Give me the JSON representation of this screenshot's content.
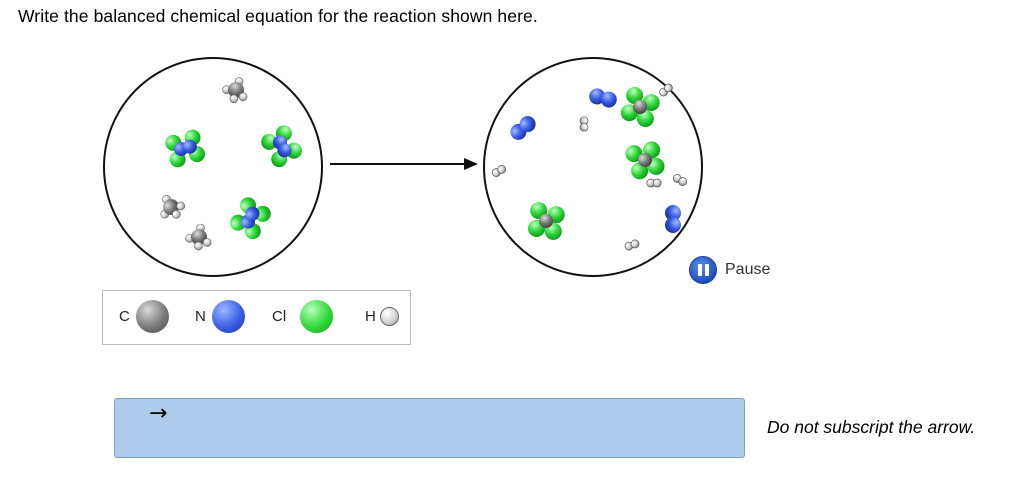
{
  "question": {
    "prompt": "Write the balanced chemical equation for the reaction shown here."
  },
  "animation": {
    "pause_label": "Pause",
    "pause_icon": "pause-icon"
  },
  "legend": {
    "items": [
      {
        "symbol": "C",
        "color": "#7a7a7a"
      },
      {
        "symbol": "N",
        "color": "#3a5fe6"
      },
      {
        "symbol": "Cl",
        "color": "#2fd83a"
      },
      {
        "symbol": "H",
        "color": "#d0d0d0"
      }
    ]
  },
  "answer": {
    "arrow": "→",
    "note": "Do not subscript the arrow."
  }
}
